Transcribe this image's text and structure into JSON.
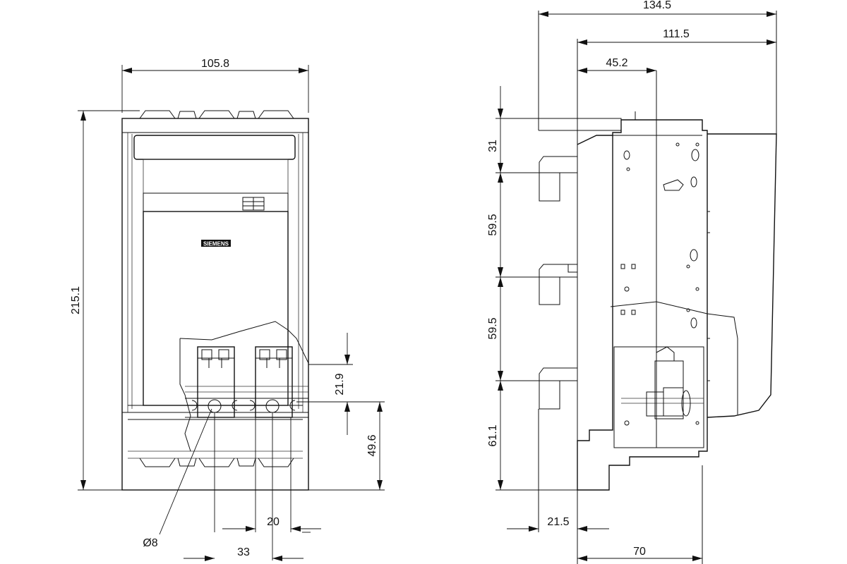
{
  "front_view": {
    "dimensions": {
      "width": "105.8",
      "height": "215.1",
      "terminal_height": "21.9",
      "terminal_offset": "49.6",
      "terminal_pitch": "20",
      "terminal_span": "33",
      "hole_diameter": "Ø8"
    },
    "logo_text": "SIEMENS"
  },
  "side_view": {
    "dimensions": {
      "overall_depth": "134.5",
      "body_depth": "111.5",
      "handle_offset": "45.2",
      "top_clearance": "31",
      "phase_spacing_1": "59.5",
      "phase_spacing_2": "59.5",
      "bottom_clearance": "61.1",
      "rail_offset": "21.5",
      "base_depth": "70"
    }
  }
}
